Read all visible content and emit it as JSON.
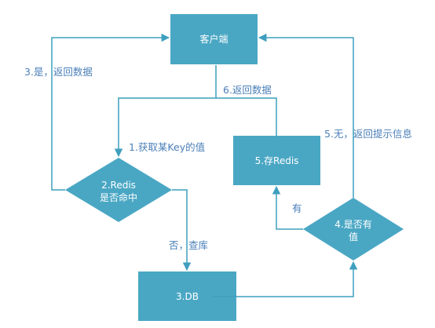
{
  "diagram": {
    "colors": {
      "node_fill": "#4aa7c4",
      "edge": "#3e9fbe",
      "label_text": "#4a7fb8",
      "node_text": "#ffffff"
    },
    "nodes": {
      "client": "客户端",
      "redis_check_line1": "2.Redis",
      "redis_check_line2": "是否命中",
      "db": "3.DB",
      "has_value_line1": "4.是否有",
      "has_value_line2": "值",
      "store_redis": "5.存Redis"
    },
    "edges": {
      "get_key": "1.获取某Key的值",
      "hit_return": "3.是，返回数据",
      "miss_query_db": "否，查库",
      "has_value": "有",
      "none_return_tip": "5.无，返回提示信息",
      "return_data": "6.返回数据"
    }
  }
}
